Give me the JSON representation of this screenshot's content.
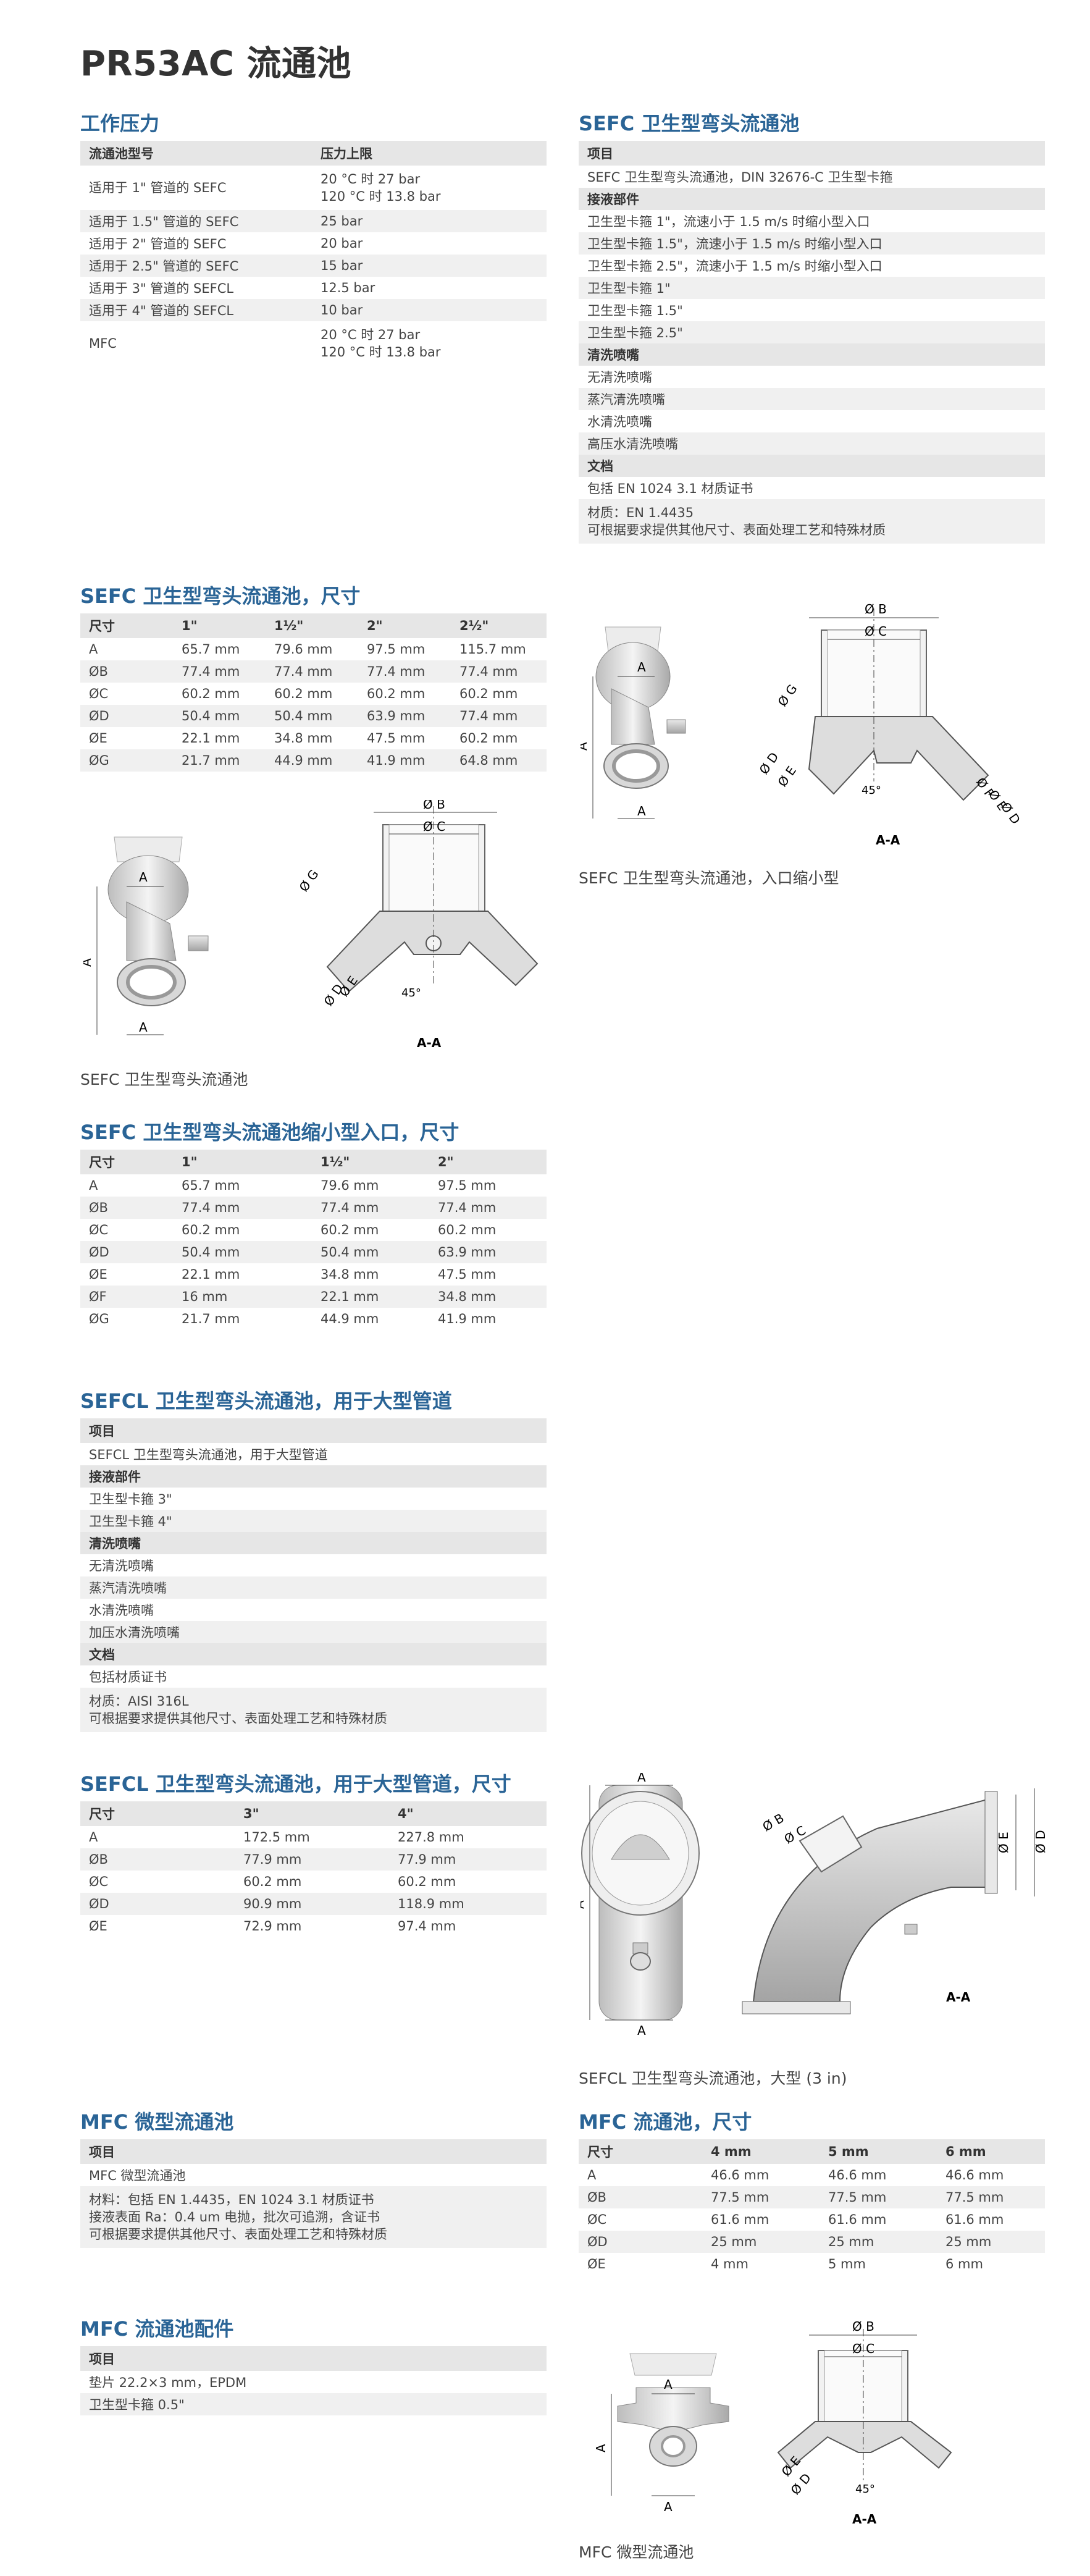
{
  "title": "PR53AC 流通池",
  "pressure": {
    "heading": "工作压力",
    "headers": [
      "流通池型号",
      "压力上限"
    ],
    "rows": [
      [
        "适用于 1\" 管道的 SEFC",
        "20 °C 时 27 bar\n120 °C 时 13.8 bar"
      ],
      [
        "适用于 1.5\" 管道的 SEFC",
        "25 bar"
      ],
      [
        "适用于 2\" 管道的 SEFC",
        "20 bar"
      ],
      [
        "适用于 2.5\" 管道的 SEFC",
        "15 bar"
      ],
      [
        "适用于 3\" 管道的 SEFCL",
        "12.5 bar"
      ],
      [
        "适用于 4\" 管道的 SEFCL",
        "10 bar"
      ],
      [
        "MFC",
        "20 °C 时 27 bar\n120 °C 时 13.8 bar"
      ]
    ]
  },
  "sefc_order": {
    "heading": "SEFC 卫生型弯头流通池",
    "rows": [
      {
        "t": "h",
        "v": "项目"
      },
      {
        "t": "d",
        "v": "SEFC 卫生型弯头流通池，DIN 32676-C 卫生型卡箍"
      },
      {
        "t": "s",
        "v": "接液部件"
      },
      {
        "t": "d",
        "v": "卫生型卡箍 1\"，流速小于 1.5 m/s 时缩小型入口"
      },
      {
        "t": "d",
        "v": "卫生型卡箍 1.5\"，流速小于 1.5 m/s 时缩小型入口"
      },
      {
        "t": "d",
        "v": "卫生型卡箍 2.5\"，流速小于 1.5 m/s 时缩小型入口"
      },
      {
        "t": "d",
        "v": "卫生型卡箍 1\""
      },
      {
        "t": "d",
        "v": "卫生型卡箍 1.5\""
      },
      {
        "t": "d",
        "v": "卫生型卡箍 2.5\""
      },
      {
        "t": "s",
        "v": "清洗喷嘴"
      },
      {
        "t": "d",
        "v": "无清洗喷嘴"
      },
      {
        "t": "d",
        "v": "蒸汽清洗喷嘴"
      },
      {
        "t": "d",
        "v": "水清洗喷嘴"
      },
      {
        "t": "d",
        "v": "高压水清洗喷嘴"
      },
      {
        "t": "s",
        "v": "文档"
      },
      {
        "t": "d",
        "v": "包括 EN 1024 3.1 材质证书"
      },
      {
        "t": "m",
        "v": "材质：EN 1.4435\n可根据要求提供其他尺寸、表面处理工艺和特殊材质"
      }
    ]
  },
  "sefc_dims": {
    "heading": "SEFC 卫生型弯头流通池，尺寸",
    "headers": [
      "尺寸",
      "1\"",
      "1½\"",
      "2\"",
      "2½\""
    ],
    "rows": [
      [
        "A",
        "65.7 mm",
        "79.6 mm",
        "97.5 mm",
        "115.7 mm"
      ],
      [
        "ØB",
        "77.4 mm",
        "77.4 mm",
        "77.4 mm",
        "77.4 mm"
      ],
      [
        "ØC",
        "60.2 mm",
        "60.2 mm",
        "60.2 mm",
        "60.2 mm"
      ],
      [
        "ØD",
        "50.4 mm",
        "50.4 mm",
        "63.9 mm",
        "77.4 mm"
      ],
      [
        "ØE",
        "22.1 mm",
        "34.8 mm",
        "47.5 mm",
        "60.2 mm"
      ],
      [
        "ØG",
        "21.7 mm",
        "44.9 mm",
        "41.9 mm",
        "64.8 mm"
      ]
    ]
  },
  "sefc_reduced_dims": {
    "heading": "SEFC 卫生型弯头流通池缩小型入口，尺寸",
    "headers": [
      "尺寸",
      "1\"",
      "1½\"",
      "2\""
    ],
    "rows": [
      [
        "A",
        "65.7 mm",
        "79.6 mm",
        "97.5 mm"
      ],
      [
        "ØB",
        "77.4 mm",
        "77.4 mm",
        "77.4 mm"
      ],
      [
        "ØC",
        "60.2 mm",
        "60.2 mm",
        "60.2 mm"
      ],
      [
        "ØD",
        "50.4 mm",
        "50.4 mm",
        "63.9 mm"
      ],
      [
        "ØE",
        "22.1 mm",
        "34.8 mm",
        "47.5 mm"
      ],
      [
        "ØF",
        "16 mm",
        "22.1 mm",
        "34.8 mm"
      ],
      [
        "ØG",
        "21.7 mm",
        "44.9 mm",
        "41.9 mm"
      ]
    ]
  },
  "sefcl_order": {
    "heading": "SEFCL 卫生型弯头流通池，用于大型管道",
    "rows": [
      {
        "t": "h",
        "v": "项目"
      },
      {
        "t": "d",
        "v": "SEFCL 卫生型弯头流通池，用于大型管道"
      },
      {
        "t": "s",
        "v": "接液部件"
      },
      {
        "t": "d",
        "v": "卫生型卡箍 3\""
      },
      {
        "t": "d",
        "v": "卫生型卡箍 4\""
      },
      {
        "t": "s",
        "v": "清洗喷嘴"
      },
      {
        "t": "d",
        "v": "无清洗喷嘴"
      },
      {
        "t": "d",
        "v": "蒸汽清洗喷嘴"
      },
      {
        "t": "d",
        "v": "水清洗喷嘴"
      },
      {
        "t": "d",
        "v": "加压水清洗喷嘴"
      },
      {
        "t": "s",
        "v": "文档"
      },
      {
        "t": "d",
        "v": "包括材质证书"
      },
      {
        "t": "m",
        "v": "材质：AISI 316L\n可根据要求提供其他尺寸、表面处理工艺和特殊材质"
      }
    ]
  },
  "sefcl_dims": {
    "heading": "SEFCL 卫生型弯头流通池，用于大型管道，尺寸",
    "headers": [
      "尺寸",
      "3\"",
      "4\""
    ],
    "rows": [
      [
        "A",
        "172.5 mm",
        "227.8 mm"
      ],
      [
        "ØB",
        "77.9 mm",
        "77.9 mm"
      ],
      [
        "ØC",
        "60.2 mm",
        "60.2 mm"
      ],
      [
        "ØD",
        "90.9 mm",
        "118.9 mm"
      ],
      [
        "ØE",
        "72.9 mm",
        "97.4 mm"
      ]
    ]
  },
  "mfc_order": {
    "heading": "MFC 微型流通池",
    "rows": [
      {
        "t": "h",
        "v": "项目"
      },
      {
        "t": "d",
        "v": "MFC 微型流通池"
      },
      {
        "t": "m3",
        "v": "材料：包括 EN 1.4435，EN 1024 3.1 材质证书\n接液表面 Ra：0.4 um 电抛，批次可追溯，含证书\n可根据要求提供其他尺寸、表面处理工艺和特殊材质"
      }
    ]
  },
  "mfc_dims": {
    "heading": "MFC 流通池，尺寸",
    "headers": [
      "尺寸",
      "4 mm",
      "5 mm",
      "6 mm"
    ],
    "rows": [
      [
        "A",
        "46.6 mm",
        "46.6 mm",
        "46.6 mm"
      ],
      [
        "ØB",
        "77.5 mm",
        "77.5 mm",
        "77.5 mm"
      ],
      [
        "ØC",
        "61.6 mm",
        "61.6 mm",
        "61.6 mm"
      ],
      [
        "ØD",
        "25 mm",
        "25 mm",
        "25 mm"
      ],
      [
        "ØE",
        "4 mm",
        "5 mm",
        "6 mm"
      ]
    ]
  },
  "mfc_acc": {
    "heading": "MFC 流通池配件",
    "rows": [
      {
        "t": "h",
        "v": "项目"
      },
      {
        "t": "d",
        "v": "垫片 22.2×3 mm，EPDM"
      },
      {
        "t": "d",
        "v": "卫生型卡箍 0.5\""
      }
    ]
  },
  "captions": {
    "sefc_reduced": "SEFC 卫生型弯头流通池，入口缩小型",
    "sefc": "SEFC 卫生型弯头流通池",
    "sefcl": "SEFCL 卫生型弯头流通池，大型 (3 in)",
    "mfc": "MFC 微型流通池"
  },
  "labels": {
    "A": "A",
    "B": "Ø B",
    "C": "Ø C",
    "D": "Ø D",
    "E": "Ø E",
    "F": "Ø F",
    "G": "Ø G",
    "AA": "A-A",
    "angle": "45°"
  },
  "colors": {
    "heading": "#2a6496",
    "header_bg": "#e6e6e6",
    "row_alt": "#f0f0f0"
  }
}
